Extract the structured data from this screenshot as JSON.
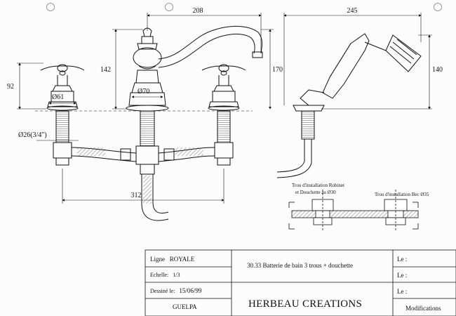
{
  "dimensions": {
    "spout_reach": "208",
    "shower_width": "245",
    "spout_height": "142",
    "tap_height": "92",
    "body_height": "170",
    "shower_height": "140",
    "handle_diameter": "Ø61",
    "center_diameter": "Ø70",
    "thread": "Ø26(3/4\")",
    "spread": "312"
  },
  "installation": {
    "hole_tap_shower": [
      "Trou d'installation Robinet",
      "et Douchette au Ø30"
    ],
    "hole_spout": "Trou d'installation Bec Ø35"
  },
  "title_block": {
    "ligne_label": "Ligne",
    "ligne_value": "ROYALE",
    "echelle_label": "Echelle:",
    "echelle_value": "1/3",
    "dessine_label": "Dessiné le:",
    "dessine_value": "15/06/99",
    "author": "GUELPA",
    "description": "30.33 Batterie de bain 3 trous + douchette",
    "company": "HERBEAU CREATIONS",
    "le_label": "Le :",
    "modifications": "Modifications"
  }
}
